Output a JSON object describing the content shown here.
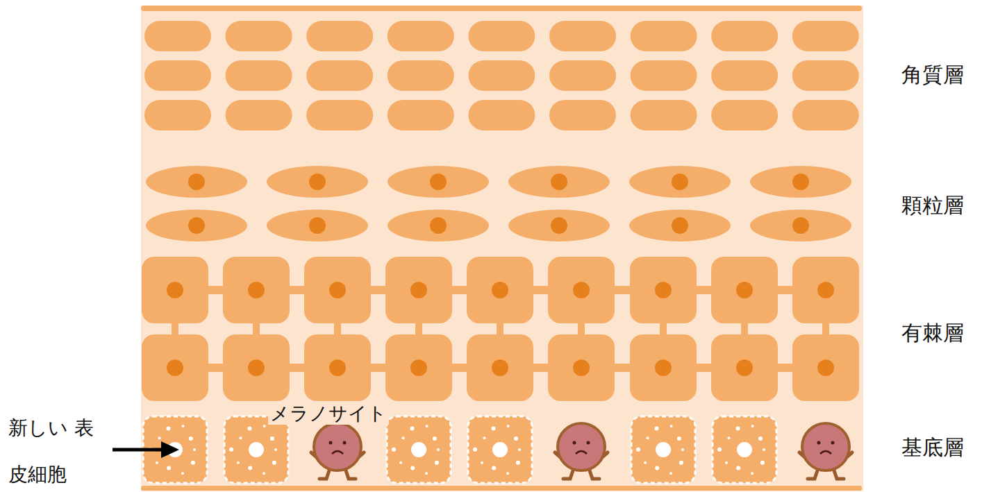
{
  "diagram": {
    "labels": [
      "角質層",
      "顆粒層",
      "有棘層",
      "基底層",
      "メラノサイト",
      "新しい 表皮細胞"
    ]
  }
}
